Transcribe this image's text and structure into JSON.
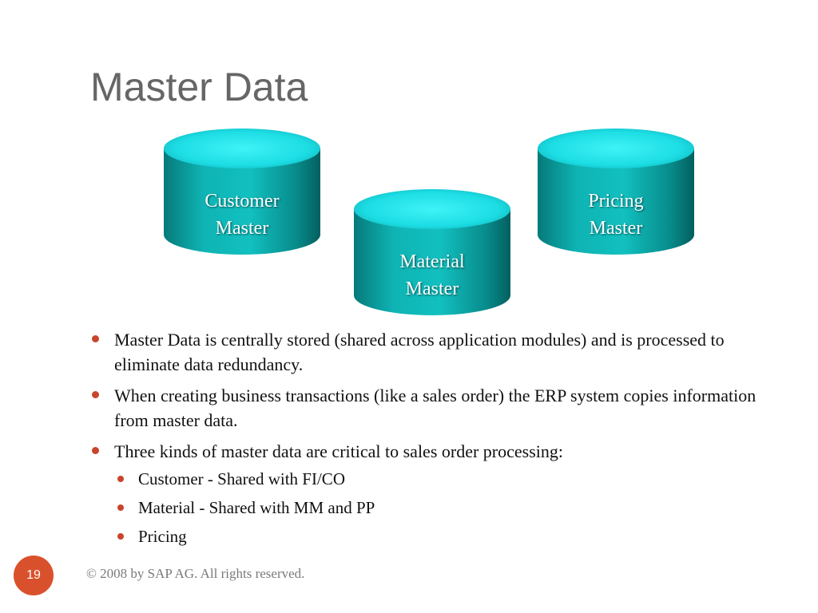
{
  "title": "Master Data",
  "cylinders": [
    {
      "line1": "Customer",
      "line2": "Master"
    },
    {
      "line1": "Material",
      "line2": "Master"
    },
    {
      "line1": "Pricing",
      "line2": "Master"
    }
  ],
  "bullets": [
    "Master Data is centrally stored (shared across application modules) and is processed to eliminate data redundancy.",
    "When creating business transactions (like a sales order) the ERP system copies information from master data.",
    "Three kinds of master data are critical to sales order processing:"
  ],
  "sub_bullets": [
    "Customer - Shared with FI/CO",
    "Material - Shared with MM and PP",
    "Pricing"
  ],
  "slide_number": "19",
  "footer": "© 2008 by SAP AG. All rights reserved.",
  "colors": {
    "cylinder_body": "#0aa3a3",
    "cylinder_top": "#20e6ec",
    "bullet": "#c8452b",
    "slide_number_bg": "#d9512c"
  }
}
